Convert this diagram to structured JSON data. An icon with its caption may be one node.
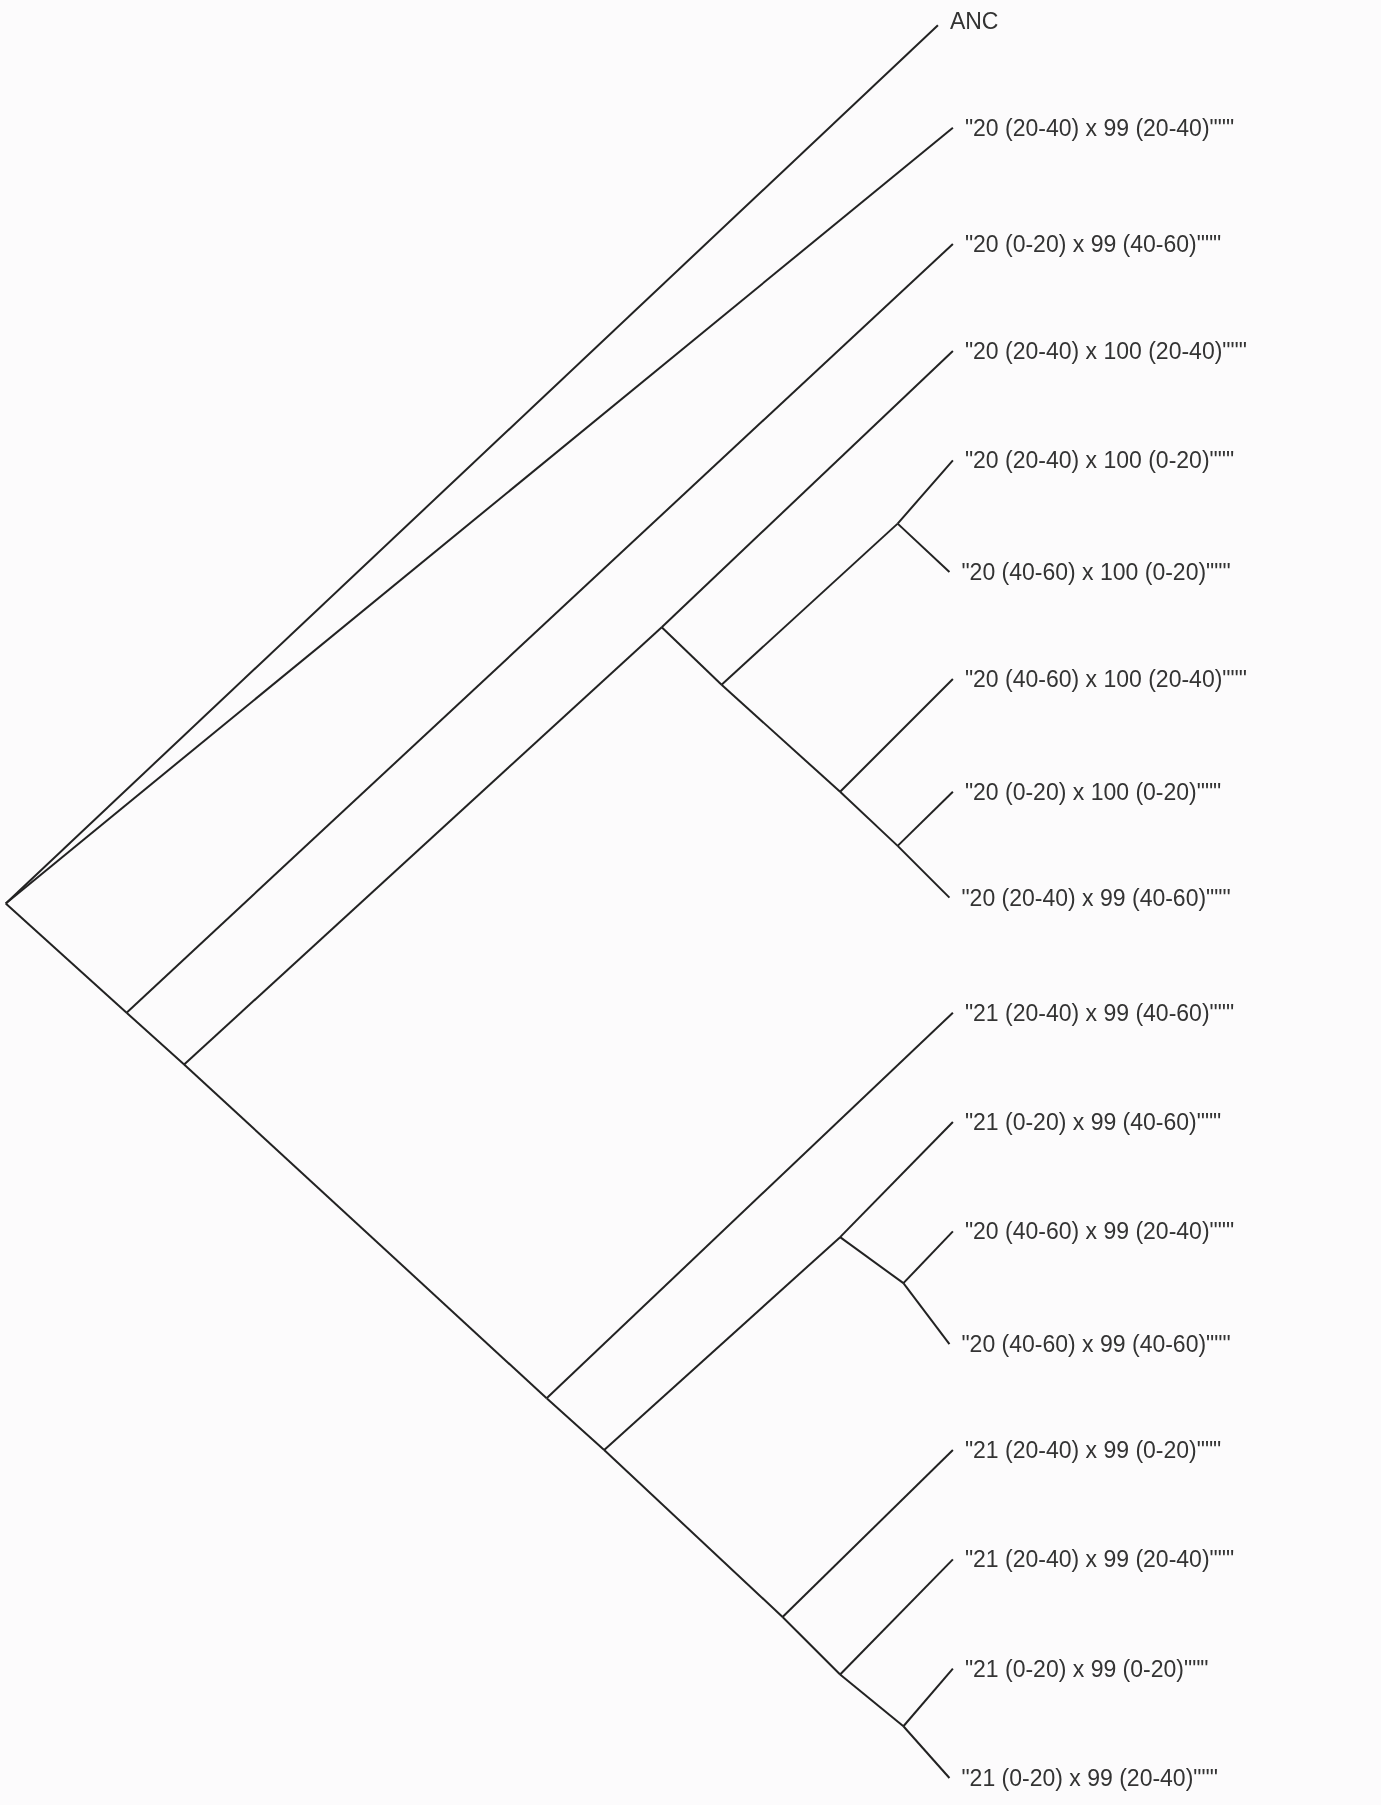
{
  "diagram": {
    "labels": [
      "ANC",
      "\"20 (20-40) x 99 (20-40)\"\"\"",
      "\"20 (0-20) x 99 (40-60)\"\"\"",
      "\"20 (20-40) x 100 (20-40)\"\"\"",
      "\"20 (20-40) x 100 (0-20)\"\"\"",
      "\"20 (40-60) x 100 (0-20)\"\"\"",
      "\"20 (40-60) x 100 (20-40)\"\"\"",
      "\"20 (0-20) x 100 (0-20)\"\"\"",
      "\"20 (20-40) x 99 (40-60)\"\"\"",
      "\"21 (20-40) x 99 (40-60)\"\"\"",
      "\"21 (0-20) x 99 (40-60)\"\"\"",
      "\"20 (40-60) x 99 (20-40)\"\"\"",
      "\"20 (40-60) x 99 (40-60)\"\"\"",
      "\"21 (20-40) x 99 (0-20)\"\"\"",
      "\"21 (20-40) x 99 (20-40)\"\"\"",
      "\"21 (0-20) x 99 (0-20)\"\"\"",
      "\"21 (0-20) x 99 (20-40)\"\"\""
    ]
  }
}
